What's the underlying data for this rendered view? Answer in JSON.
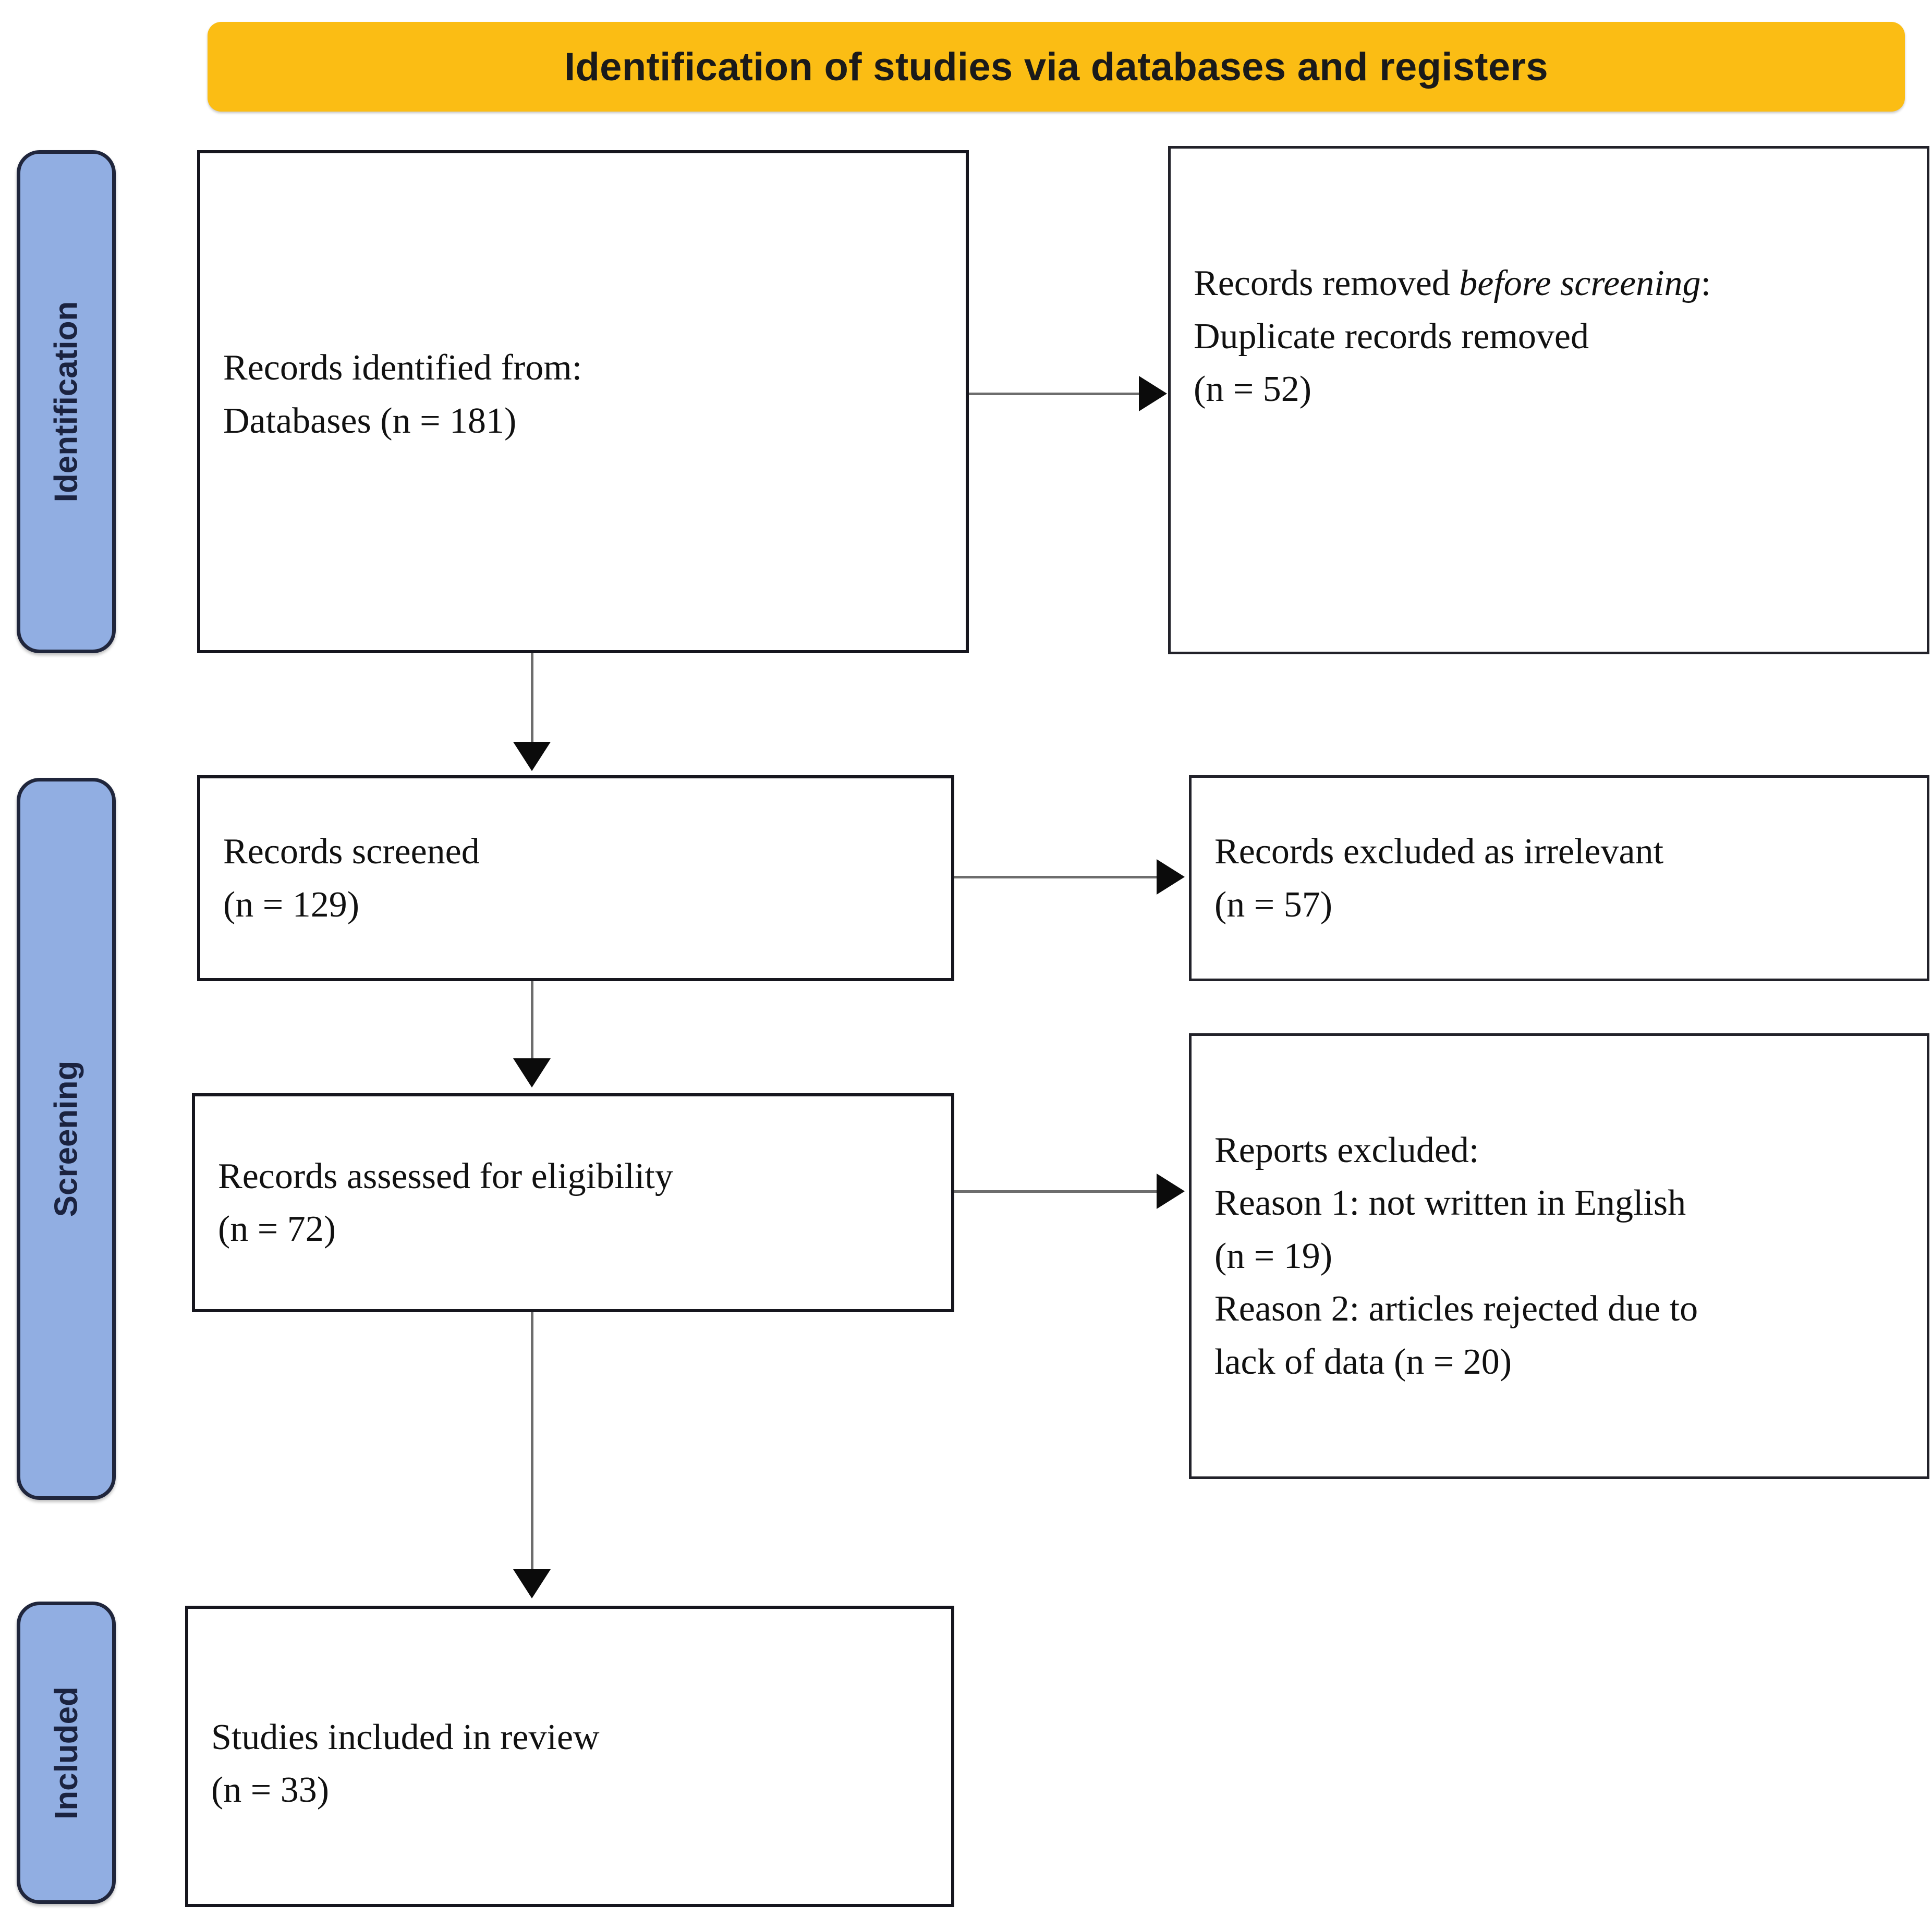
{
  "header": {
    "title": "Identification of studies via databases and registers",
    "background_color": "#FBBD14",
    "text_color": "#1a1a1a"
  },
  "stages": {
    "background_color": "#91AEE2",
    "border_color": "#20263C",
    "items": [
      {
        "id": "identification",
        "label": "Identification"
      },
      {
        "id": "screening",
        "label": "Screening"
      },
      {
        "id": "included",
        "label": "Included"
      }
    ]
  },
  "boxes": {
    "records_identified": {
      "line1": "Records identified from:",
      "line2": "Databases (n = 181)"
    },
    "records_removed": {
      "line1_prefix": "Records removed ",
      "line1_italic": "before screening",
      "line1_suffix": ":",
      "line2": "Duplicate records removed",
      "line3": "(n = 52)"
    },
    "records_screened": {
      "line1": "Records screened",
      "line2": "(n = 129)"
    },
    "records_excluded": {
      "line1": "Records excluded as irrelevant",
      "line2": "(n = 57)"
    },
    "records_assessed": {
      "line1": "Records assessed for eligibility",
      "line2": "(n = 72)"
    },
    "reports_excluded": {
      "line1": "Reports excluded:",
      "line2": "Reason 1: not written in English",
      "line3": "(n = 19)",
      "line4": "Reason 2: articles rejected due to",
      "line5": "lack of data (n = 20)"
    },
    "studies_included": {
      "line1": "Studies included in review",
      "line2": "(n = 33)"
    }
  },
  "flow_data": {
    "type": "prisma-flow",
    "counts": {
      "records_identified_databases": 181,
      "duplicate_records_removed": 52,
      "records_screened": 129,
      "records_excluded_as_irrelevant": 57,
      "records_assessed_for_eligibility": 72,
      "reports_excluded_not_english": 19,
      "reports_excluded_lack_of_data": 20,
      "studies_included_in_review": 33
    }
  }
}
